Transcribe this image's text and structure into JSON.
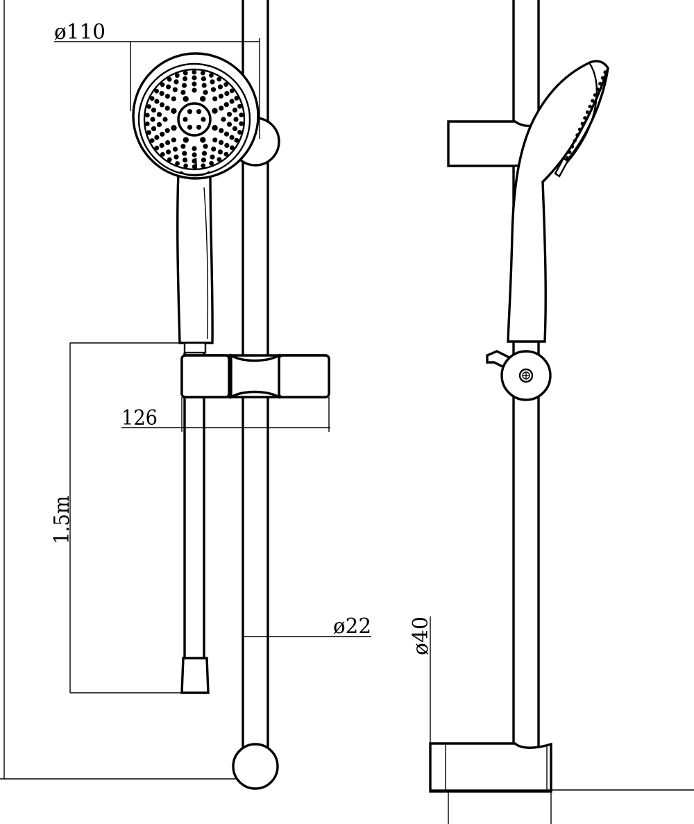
{
  "dimensions": {
    "head_diameter": "ø110",
    "holder_width": "126",
    "hose_length": "1.5m",
    "rail_diameter": "ø22",
    "bracket_diameter": "ø40"
  },
  "colors": {
    "line": "#000000",
    "background": "#ffffff"
  }
}
